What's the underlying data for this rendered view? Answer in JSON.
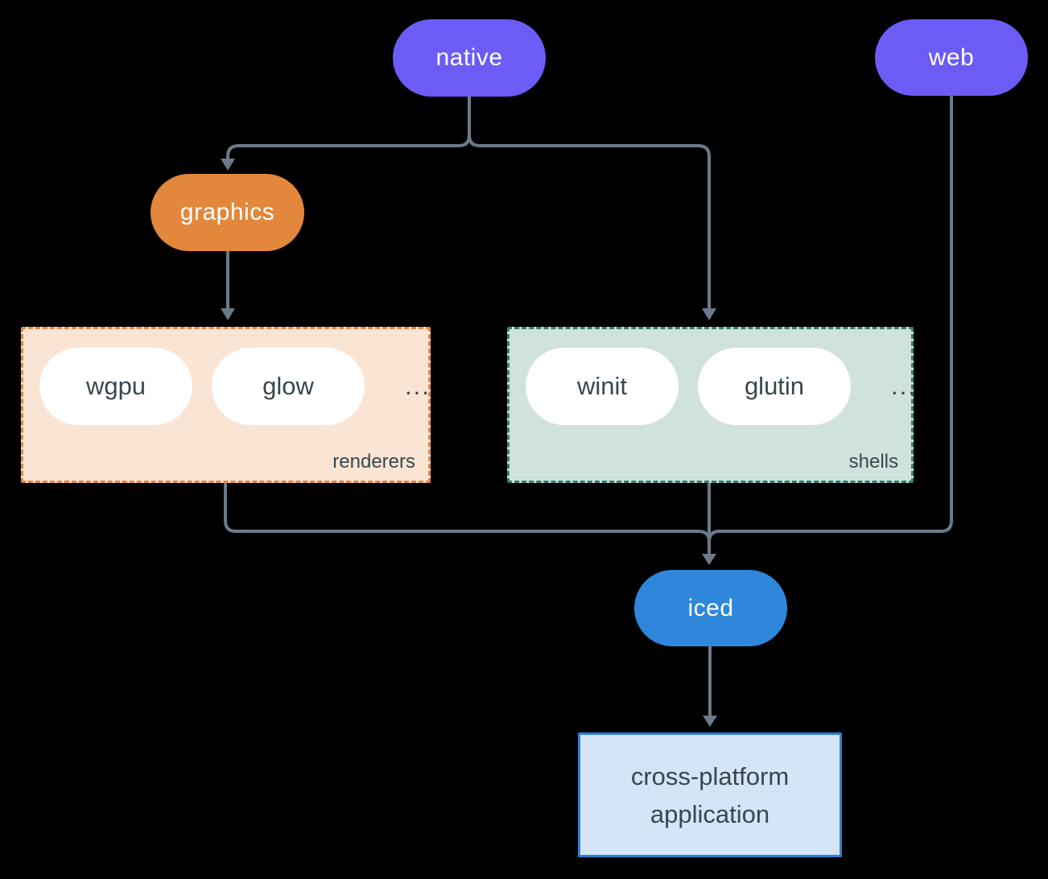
{
  "background": "#000000",
  "colors": {
    "purple": "#6B5CF6",
    "orange": "#E2873B",
    "blue": "#2E87DA",
    "line": "#6B7A88",
    "ink": "#37474F",
    "peach-fill": "#FAE4D4",
    "peach-border": "#DE8A49",
    "teal-fill": "#D0E2DD",
    "teal-border": "#33806F",
    "app-fill": "#D4E5F7",
    "app-border": "#2F81D5",
    "pill-white": "#FFFFFF"
  },
  "nodes": {
    "native": {
      "label": "native"
    },
    "web": {
      "label": "web"
    },
    "graphics": {
      "label": "graphics"
    },
    "iced": {
      "label": "iced"
    }
  },
  "groups": {
    "renderers": {
      "label": "renderers",
      "items": [
        {
          "label": "wgpu"
        },
        {
          "label": "glow"
        }
      ],
      "ellipsis": "..."
    },
    "shells": {
      "label": "shells",
      "items": [
        {
          "label": "winit"
        },
        {
          "label": "glutin"
        }
      ],
      "ellipsis": "..."
    }
  },
  "application": {
    "line1": "cross-platform",
    "line2": "application"
  }
}
